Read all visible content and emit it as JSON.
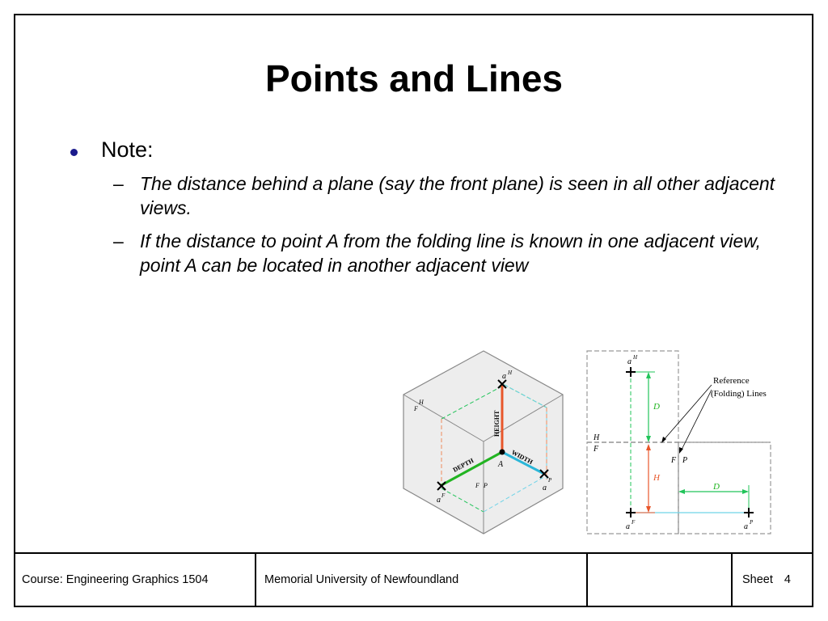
{
  "slide": {
    "title": "Points and Lines",
    "bullet": "Note:",
    "subpoints": [
      "The distance behind a plane (say the front plane) is seen in all other adjacent views.",
      "If the distance to point A from the folding line is known in one adjacent view, point A can be located in another adjacent view"
    ],
    "dash": "–"
  },
  "figure_left": {
    "labels": {
      "height": "HEIGHT",
      "width": "WIDTH",
      "depth": "DEPTH",
      "point": "A",
      "aH_base": "a",
      "aH_sup": "H",
      "aP_base": "a",
      "aP_sup": "P",
      "aF_base": "a",
      "aF_sup": "F",
      "hf_h": "H",
      "hf_f": "F",
      "fp_f": "F",
      "fp_p": "P"
    }
  },
  "figure_right": {
    "labels": {
      "aH_base": "a",
      "aH_sup": "H",
      "aF_base": "a",
      "aF_sup": "F",
      "aP_base": "a",
      "aP_sup": "P",
      "D_top": "D",
      "H_mid": "H",
      "D_right": "D",
      "hf_h": "H",
      "hf_f": "F",
      "fp_f": "F",
      "fp_p": "P",
      "ref_line1": "Reference",
      "ref_line2": "(Folding) Lines"
    }
  },
  "footer": {
    "course": "Course: Engineering Graphics 1504",
    "university": "Memorial University of Newfoundland",
    "blank": "",
    "sheet_label": "Sheet",
    "sheet_number": "4"
  },
  "colors": {
    "height_line": "#e8562a",
    "width_line": "#2bb6d8",
    "depth_line": "#22b422",
    "dashed_green": "#22c45a",
    "dashed_cyan": "#6fd3e8",
    "dashed_orange": "#f08a5d",
    "bullet": "#1a1a8c"
  }
}
